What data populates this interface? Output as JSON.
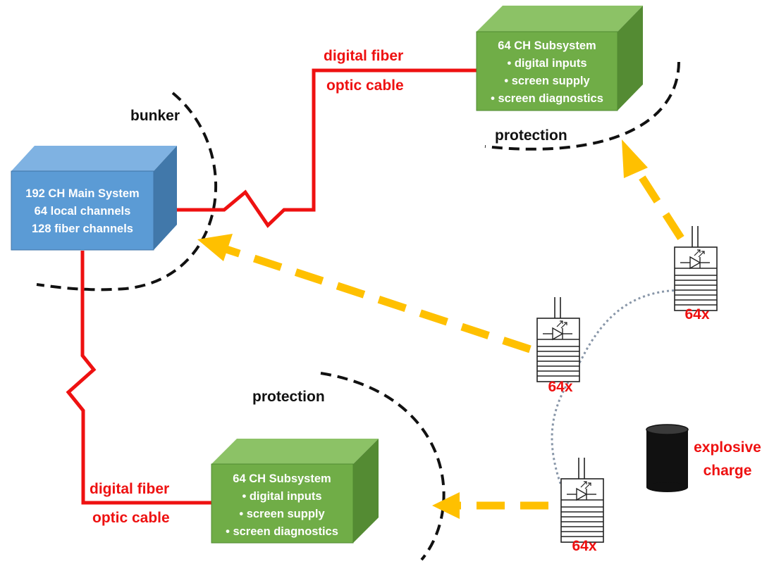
{
  "colors": {
    "cable": "#ee1111",
    "arrow": "#ffc000",
    "main_box_front": "#5b9bd5",
    "main_box_top": "#7fb2e2",
    "main_box_side": "#4178aa",
    "sub_box_front": "#70ad47",
    "sub_box_top": "#8cc266",
    "sub_box_side": "#548b33",
    "dotted_link": "#8896a8",
    "charge": "#111111",
    "boundary": "#111111",
    "label_red": "#ee1111",
    "label_black": "#111111"
  },
  "main_system": {
    "lines": [
      "192 CH Main System",
      "64 local channels",
      "128 fiber channels"
    ]
  },
  "subsystem_top": {
    "lines": [
      "64 CH Subsystem",
      "• digital inputs",
      "• screen supply",
      "• screen diagnostics"
    ]
  },
  "subsystem_bottom": {
    "lines": [
      "64 CH Subsystem",
      "• digital inputs",
      "• screen supply",
      "• screen diagnostics"
    ]
  },
  "labels": {
    "bunker": "bunker",
    "protection_top": "protection",
    "protection_bottom": "protection",
    "cable_top_line1": "digital fiber",
    "cable_top_line2": "optic cable",
    "cable_bottom_line1": "digital fiber",
    "cable_bottom_line2": "optic cable",
    "explosive_line1": "explosive",
    "explosive_line2": "charge"
  },
  "detectors": [
    {
      "count_label": "64x",
      "icon": "led-detector-icon"
    },
    {
      "count_label": "64x",
      "icon": "led-detector-icon"
    },
    {
      "count_label": "64x",
      "icon": "led-detector-icon"
    }
  ]
}
